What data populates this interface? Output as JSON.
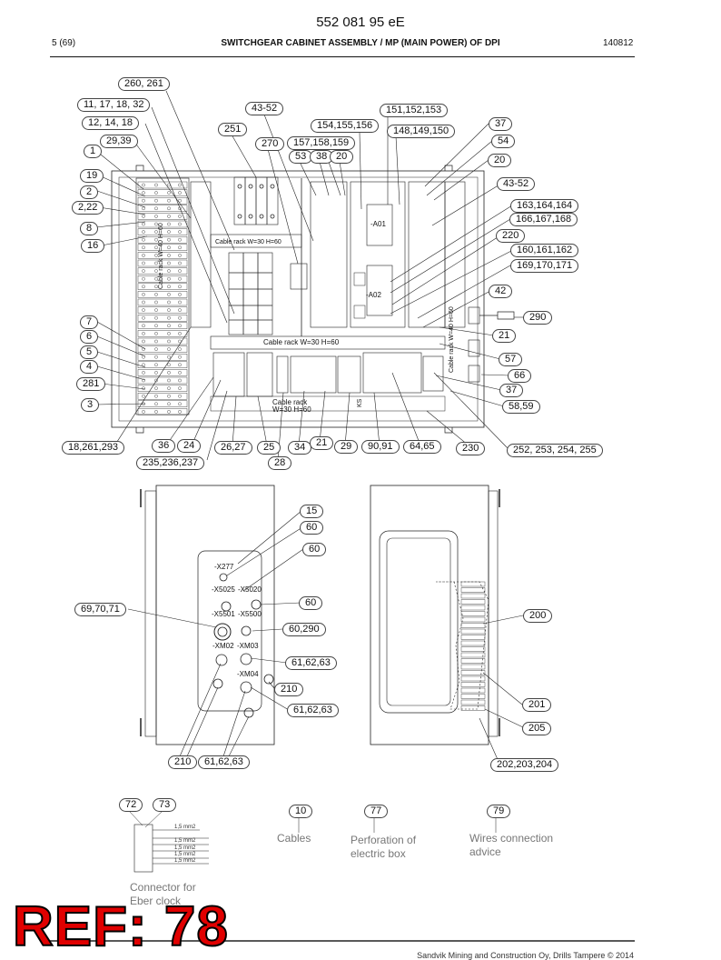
{
  "header": {
    "doc_number": "552 081 95 eE",
    "page": "5 (69)",
    "title": "SWITCHGEAR CABINET ASSEMBLY / MP (MAIN POWER) OF DPI",
    "date_code": "140812"
  },
  "main_diagram": {
    "inner_labels": {
      "cable_rack_vert_left": "Cable rack W=40 H=60",
      "cable_rack_top": "Cable rack W=30 H=60",
      "cable_rack_mid": "Cable rack W=30 H=60",
      "cable_rack_bottom_1": "Cable rack",
      "cable_rack_bottom_2": "W=30 H=60",
      "cable_rack_vert_right": "Cable rack W=40 H=60",
      "a01": "-A01",
      "a02": "-A02",
      "ks": "KS"
    },
    "callouts": {
      "c260": "260, 261",
      "c11": "11, 17, 18, 32",
      "c12": "12, 14, 18",
      "c29": "29,39",
      "c1": "1",
      "c19": "19",
      "c2": "2",
      "c222": "2,22",
      "c8": "8",
      "c16": "16",
      "c7": "7",
      "c6": "6",
      "c5": "5",
      "c4": "4",
      "c281": "281",
      "c3": "3",
      "c18261": "18,261,293",
      "c36": "36",
      "c24": "24",
      "c235": "235,236,237",
      "c2627": "26,27",
      "c25": "25",
      "c28": "28",
      "c34": "34",
      "c21b": "21",
      "c29b": "29",
      "c9091": "90,91",
      "c6465": "64,65",
      "c230": "230",
      "c252": "252, 253, 254, 255",
      "c4352a": "43-52",
      "c251": "251",
      "c270": "270",
      "c154": "154,155,156",
      "c157": "157,158,159",
      "c53": "53",
      "c38": "38",
      "c20a": "20",
      "c151": "151,152,153",
      "c148": "148,149,150",
      "c37a": "37",
      "c54": "54",
      "c20b": "20",
      "c4352b": "43-52",
      "c163": "163,164,164",
      "c166": "166,167,168",
      "c220": "220",
      "c160": "160,161,162",
      "c169": "169,170,171",
      "c42": "42",
      "c290": "290",
      "c21": "21",
      "c57": "57",
      "c66": "66",
      "c37b": "37",
      "c5859": "58,59"
    }
  },
  "door_diagram": {
    "connector_labels": {
      "x277": "-X277",
      "x5025": "-X5025",
      "x5020": "-X5020",
      "x5501": "-X5501",
      "x5500": "-X5500",
      "xm02": "-XM02",
      "xm03": "-XM03",
      "xm04": "-XM04"
    },
    "callouts": {
      "c15": "15",
      "c60a": "60",
      "c60b": "60",
      "c60c": "60",
      "c69": "69,70,71",
      "c60290": "60,290",
      "c616263a": "61,62,63",
      "c210a": "210",
      "c616263b": "61,62,63",
      "c210b": "210",
      "c616263c": "61,62,63",
      "c200": "200",
      "c201": "201",
      "c205": "205",
      "c202": "202,203,204"
    }
  },
  "bottom_items": {
    "c72": "72",
    "c73": "73",
    "c10": "10",
    "c77": "77",
    "c79": "79",
    "cables": "Cables",
    "perforation_1": "Perforation of",
    "perforation_2": "electric box",
    "wires_1": "Wires connection",
    "wires_2": "advice",
    "connector_1": "Connector for",
    "connector_2": "Eber clock"
  },
  "ref_stamp": "REF: 78",
  "footer": "Sandvik Mining and Construction Oy, Drills Tampere © 2014"
}
